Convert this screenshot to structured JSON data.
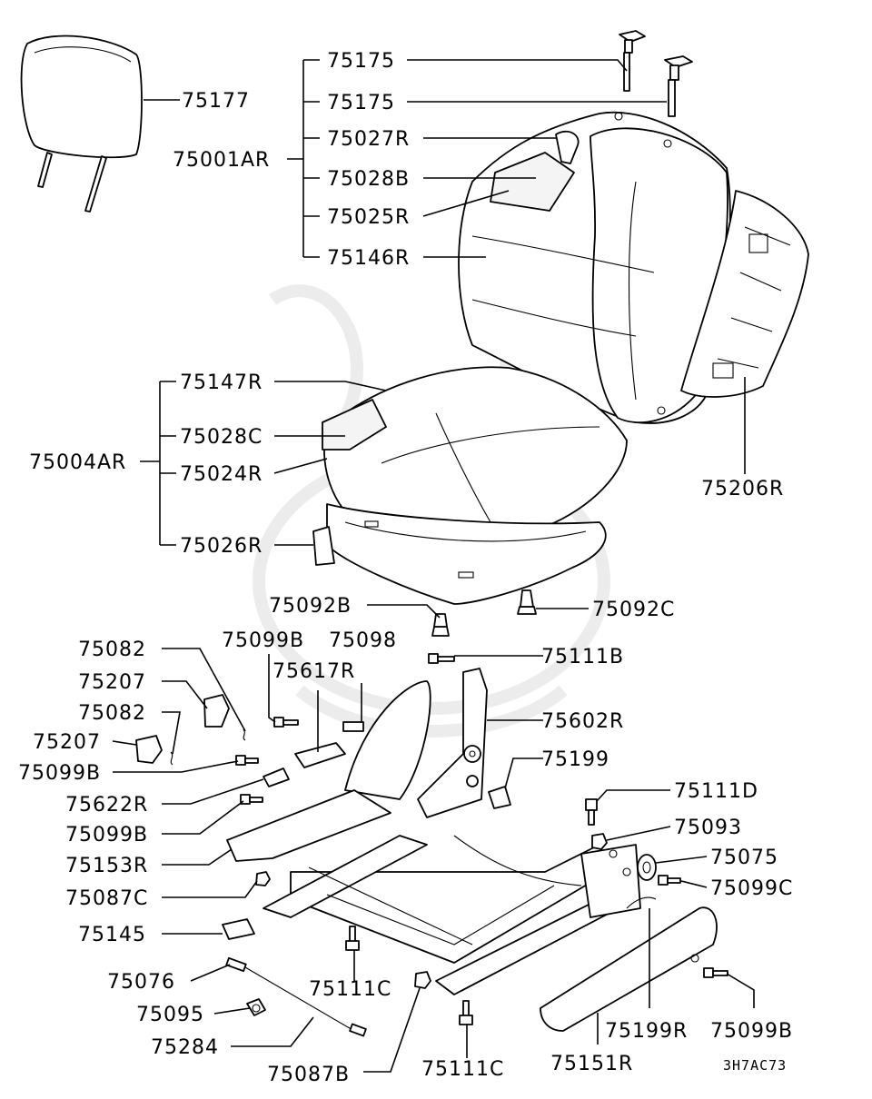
{
  "labels": {
    "headrest": "75177",
    "pin_a": "75175",
    "pin_b": "75175",
    "back_assy": "75001AR",
    "back_frame_pad": "75027R",
    "back_pad_b": "75028B",
    "back_pad_r": "75025R",
    "back_cover": "75146R",
    "back_board": "75206R",
    "cushion_assy": "75004AR",
    "cushion_cover": "75147R",
    "cushion_pad_c": "75028C",
    "cushion_pad_r": "75024R",
    "cushion_frame": "75026R",
    "clip_b": "75092B",
    "clip_c": "75092C",
    "spring_a": "75082",
    "knob_a": "75207",
    "spring_b": "75082",
    "knob_b": "75207",
    "screw_a": "75099B",
    "bracket": "75622R",
    "screw_b": "75099B",
    "side_cover": "75153R",
    "nut_c": "75087C",
    "lever_cap": "75145",
    "screw_top": "75099B",
    "plate": "75098",
    "spacer": "75617R",
    "bolt_b": "75111B",
    "recliner": "75602R",
    "clip_199": "75199",
    "bolt_d": "75111D",
    "nut_093": "75093",
    "washer": "75075",
    "screw_c": "75099C",
    "tube": "75076",
    "clamp": "75095",
    "cable": "75284",
    "bolt_c_a": "75111C",
    "nut_b": "75087B",
    "bolt_c_b": "75111C",
    "clip_r": "75199R",
    "screw_right": "75099B",
    "rail_cover": "75151R"
  },
  "diagram_code": "3H7AC73"
}
